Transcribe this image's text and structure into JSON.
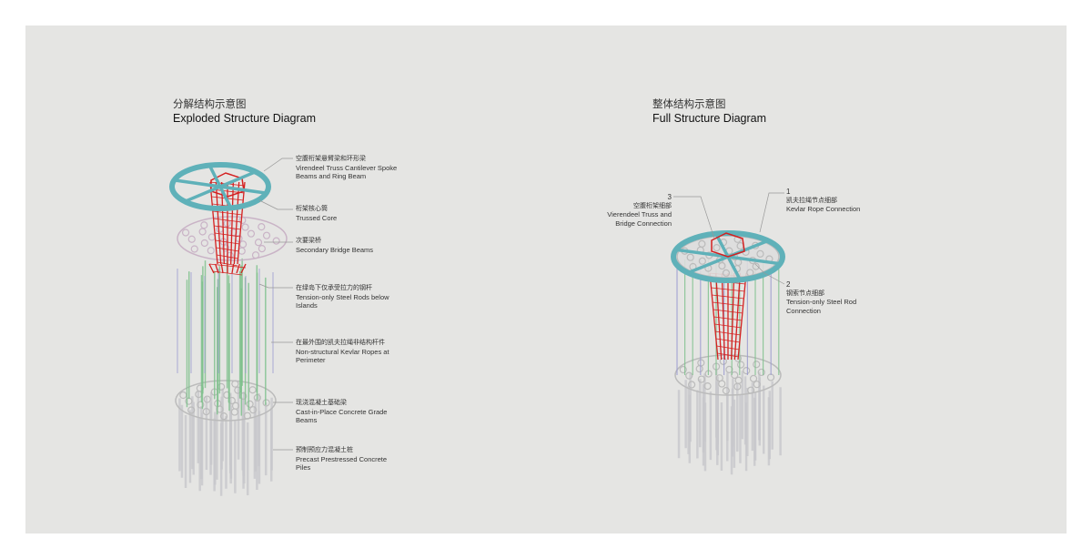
{
  "left": {
    "title_zh": "分解结构示意图",
    "title_en": "Exploded Structure Diagram",
    "labels": [
      {
        "zh": "空腹桁架悬臂梁和环形梁",
        "en": "Virendeel Truss Cantilever Spoke Beams and Ring Beam"
      },
      {
        "zh": "桁架核心筒",
        "en": "Trussed Core"
      },
      {
        "zh": "次要梁桥",
        "en": "Secondary Bridge Beams"
      },
      {
        "zh": "在绿岛下仅承受拉力的钢杆",
        "en": "Tension-only Steel Rods below Islands"
      },
      {
        "zh": "在最外围的凯夫拉绳非结构杆件",
        "en": "Non-structural Kevlar Ropes at Perimeter"
      },
      {
        "zh": "现浇混凝土基础梁",
        "en": "Cast-in-Place Concrete Grade Beams"
      },
      {
        "zh": "预制预应力混凝土桩",
        "en": "Precast Prestressed Concrete Piles"
      }
    ]
  },
  "right": {
    "title_zh": "整体结构示意图",
    "title_en": "Full Structure Diagram",
    "labels": [
      {
        "num": "3",
        "zh": "空腹桁架细部",
        "en": "Vierendeel Truss and Bridge Connection"
      },
      {
        "num": "1",
        "zh": "凯夫拉绳节点细部",
        "en": "Kevlar Rope Connection"
      },
      {
        "num": "2",
        "zh": "钢索节点细部",
        "en": "Tension-only Steel Rod Connection"
      }
    ]
  },
  "colors": {
    "ring": "#5fb1b9",
    "core": "#d42020",
    "bridge": "#c9b3c6",
    "rod": "#7cc08a",
    "kevlar": "#9a9ad0",
    "concrete": "#c8c8cc"
  }
}
